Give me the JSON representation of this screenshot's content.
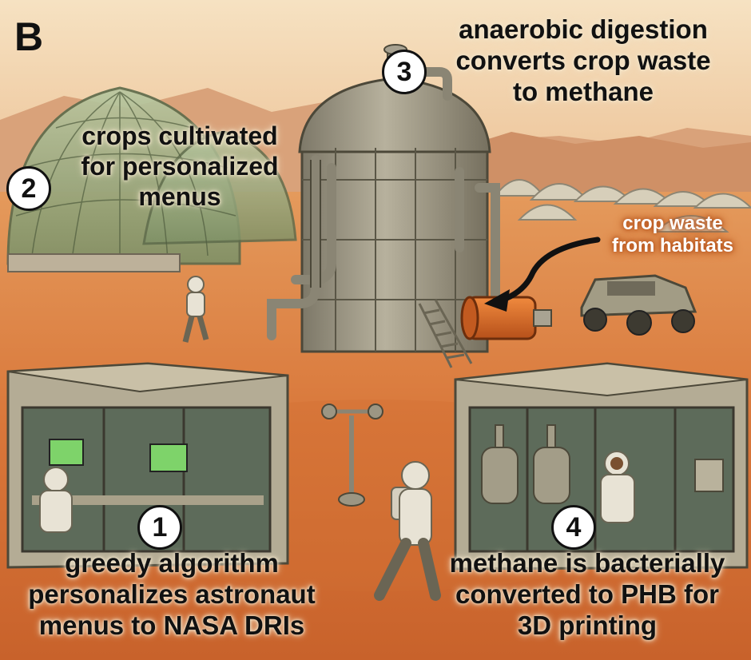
{
  "panel_label": "B",
  "steps": [
    {
      "number": "1",
      "lines": [
        "greedy algorithm",
        "personalizes astronaut",
        "menus to NASA DRIs"
      ]
    },
    {
      "number": "2",
      "lines": [
        "crops cultivated",
        "for personalized",
        "menus"
      ]
    },
    {
      "number": "3",
      "lines": [
        "anaerobic digestion",
        "converts crop waste",
        "to methane"
      ]
    },
    {
      "number": "4",
      "lines": [
        "methane is bacterially",
        "converted to PHB for",
        "3D printing"
      ]
    }
  ],
  "crop_waste_label": [
    "crop waste",
    "from habitats"
  ],
  "colors": {
    "sky": "#f1d3a8",
    "ground": "#d9773a",
    "tank": "#9c9683",
    "pipe_orange": "#d96a25",
    "caption_text": "#111111",
    "waste_label": "#ffffff"
  }
}
